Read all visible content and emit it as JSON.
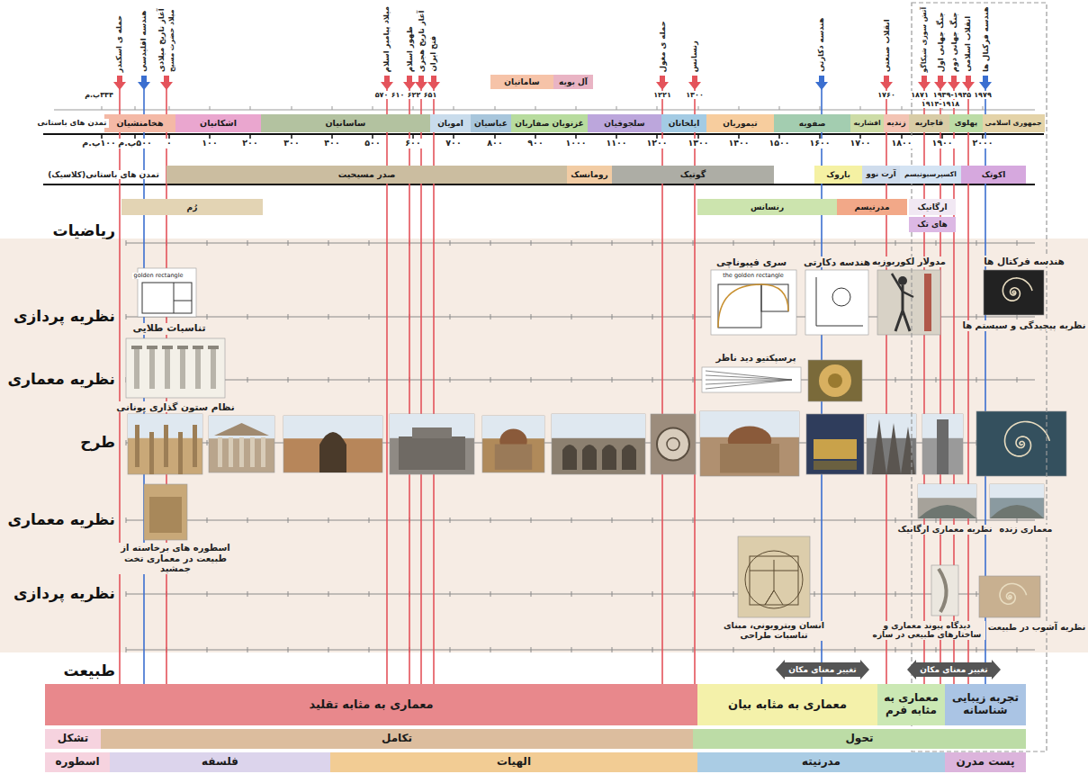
{
  "diagram": {
    "nodes": [
      {
        "text": [
          "سامانیان"
        ]
      },
      {
        "text": [
          "آل بویه"
        ]
      },
      {
        "text": [
          "هخامنشیان"
        ]
      },
      {
        "text": [
          "اشکانیان"
        ]
      },
      {
        "text": [
          "ساسانیان"
        ]
      },
      {
        "text": [
          "امویان"
        ]
      },
      {
        "text": [
          "عباسیان"
        ]
      },
      {
        "text": [
          "غزنویان صفاریان"
        ]
      },
      {
        "text": [
          "سلجوقیان"
        ]
      },
      {
        "text": [
          "ایلخانان"
        ]
      },
      {
        "text": [
          "تیموریان"
        ]
      },
      {
        "text": [
          "صفویه"
        ]
      },
      {
        "text": [
          "افشاریه"
        ]
      },
      {
        "text": [
          "زندیه"
        ]
      },
      {
        "text": [
          "قاجاریه"
        ]
      },
      {
        "text": [
          "پهلوی"
        ]
      },
      {
        "text": [
          "جمهوری اسلامی"
        ]
      },
      {
        "text": [
          "صدر مسیحیت"
        ]
      },
      {
        "text": [
          "رومانسک"
        ]
      },
      {
        "text": [
          "گوتیک"
        ]
      },
      {
        "text": [
          "باروک"
        ]
      },
      {
        "text": [
          "آرت نوو"
        ]
      },
      {
        "text": [
          "اکسپرسیونیسم"
        ]
      },
      {
        "text": [
          "اکوتک"
        ]
      },
      {
        "text": [
          "رُم"
        ]
      },
      {
        "text": [
          "رنسانس"
        ]
      },
      {
        "text": [
          "مدرنیسم"
        ]
      },
      {
        "text": [
          "ارگانیک"
        ]
      },
      {
        "text": [
          "های تک"
        ]
      },
      {
        "text": [
          "تغییر معنای مکان"
        ]
      },
      {
        "text": [
          "تغییر معنای مکان"
        ]
      },
      {
        "text": [
          "معماری به مثابه تقلید"
        ]
      },
      {
        "text": [
          "معماری به مثابه بیان"
        ]
      },
      {
        "text": [
          "معماری به مثابه فرم"
        ]
      },
      {
        "text": [
          "تجربه زیبایی شناسانه"
        ]
      },
      {
        "text": [
          "تشکل"
        ]
      },
      {
        "text": [
          "تکامل"
        ]
      },
      {
        "text": [
          "تحول"
        ]
      },
      {
        "text": [
          "اسطوره"
        ]
      },
      {
        "text": [
          "فلسفه"
        ]
      },
      {
        "text": [
          "الهیات"
        ]
      },
      {
        "text": [
          "مدرنیته"
        ]
      },
      {
        "text": [
          "پست مدرن"
        ]
      }
    ],
    "labels": [
      "حمله ی اسکندر",
      "هندسه اقلیدسی",
      "آغاز تاریخ میلادی",
      "میلاد حضرت مسیح",
      "میلاد پیامبر اسلام",
      "ظهور اسلام",
      "آغاز تاریخ هجری",
      "فتح ایران",
      "حمله ی مغول",
      "رنسانس",
      "هندسه دکارتی",
      "انقلاب صنعتی",
      "آتش سوزی شیکاگو",
      "جنگ جهانی اول",
      "جنگ جهانی دوم",
      "انقلاب اسلامی",
      "هندسه فرکتال ها",
      "۳۳۴پ.م",
      "۵۷۰",
      "۶۱۰",
      "۶۲۲",
      "۶۵۱",
      "۱۲۲۱",
      "۱۳۰۰",
      "۱۷۶۰",
      "۱۸۷۱",
      "۱۹۱۴-۱۹۱۸",
      "۱۹۳۹-۱۹۴۵",
      "۱۹۷۹",
      "تمدن های باستانی",
      "تمدن های باستانی(کلاسیک)",
      "۱۰۰۰پ.م",
      "۵۰۰پ.م",
      "۰",
      "۱۰۰",
      "۲۰۰",
      "۳۰۰",
      "۴۰۰",
      "۵۰۰",
      "۶۰۰",
      "۷۰۰",
      "۸۰۰",
      "۹۰۰",
      "۱۰۰۰",
      "۱۱۰۰",
      "۱۲۰۰",
      "۱۳۰۰",
      "۱۴۰۰",
      "۱۵۰۰",
      "۱۶۰۰",
      "۱۷۰۰",
      "۱۸۰۰",
      "۱۹۰۰",
      "۲۰۰۰",
      "ریاضیات",
      "نظریه پردازی",
      "نظریه معماری",
      "طرح",
      "نظریه معماری",
      "نظریه پردازی",
      "طبیعت",
      "golden rectangle",
      "تناسبات طلایی",
      "نظام ستون گذاری یونانی",
      "اسطوره های برخاسته از طبیعت در معماری تخت جمشید",
      "the golden rectangle",
      "سری فیبوناچی",
      "هندسه دکارتی",
      "مدولار لکوربوزیه",
      "هندسه فرکتال ها",
      "نظریه پیچیدگی و سیستم ها",
      "پرسپکتیو دید ناظر",
      "نظریه معماری ارگانیک",
      "معماری زنده",
      "انسان ویترویونی، مبنای تناسبات طراحی",
      "دیدگاه پیوند معماری و ساختارهای طبیعی در سازه",
      "نظریه آشوب در طبیعت"
    ]
  }
}
